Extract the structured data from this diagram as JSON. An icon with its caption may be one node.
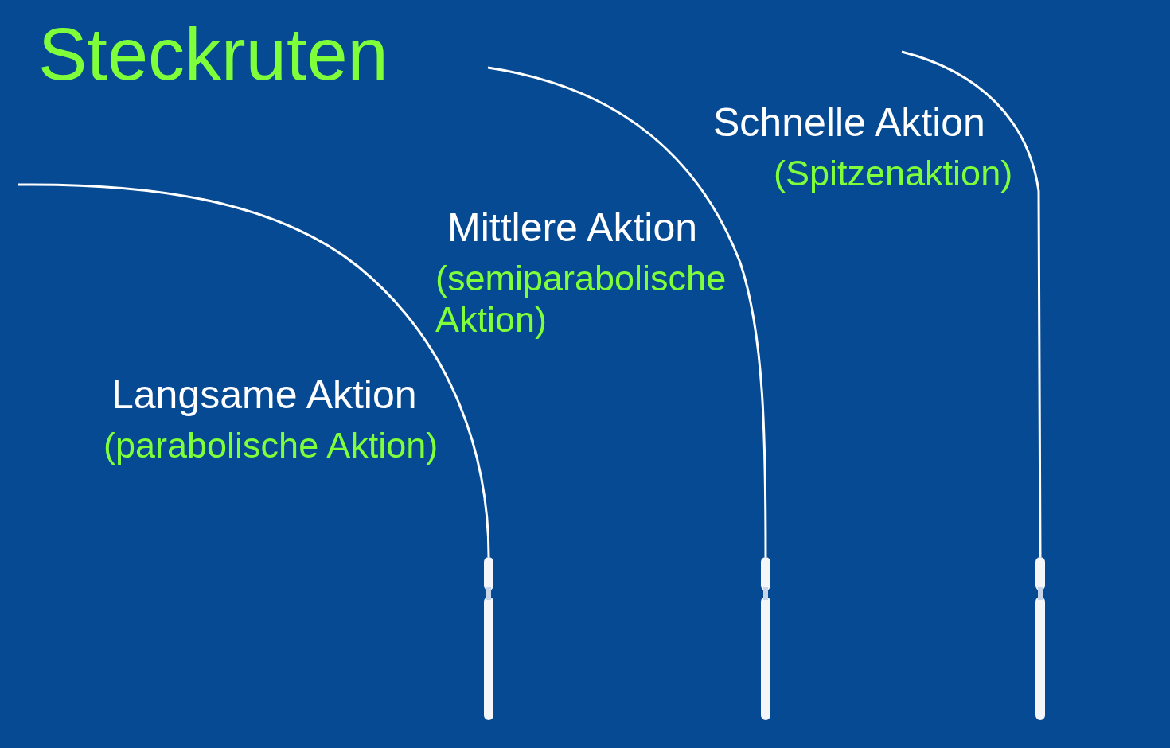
{
  "diagram": {
    "title": "Steckruten",
    "labels": [
      "Schnelle Aktion",
      "(Spitzenaktion)",
      "Mittlere Aktion",
      "(semiparabolische Aktion)",
      "Langsame Aktion",
      "(parabolische Aktion)"
    ]
  }
}
